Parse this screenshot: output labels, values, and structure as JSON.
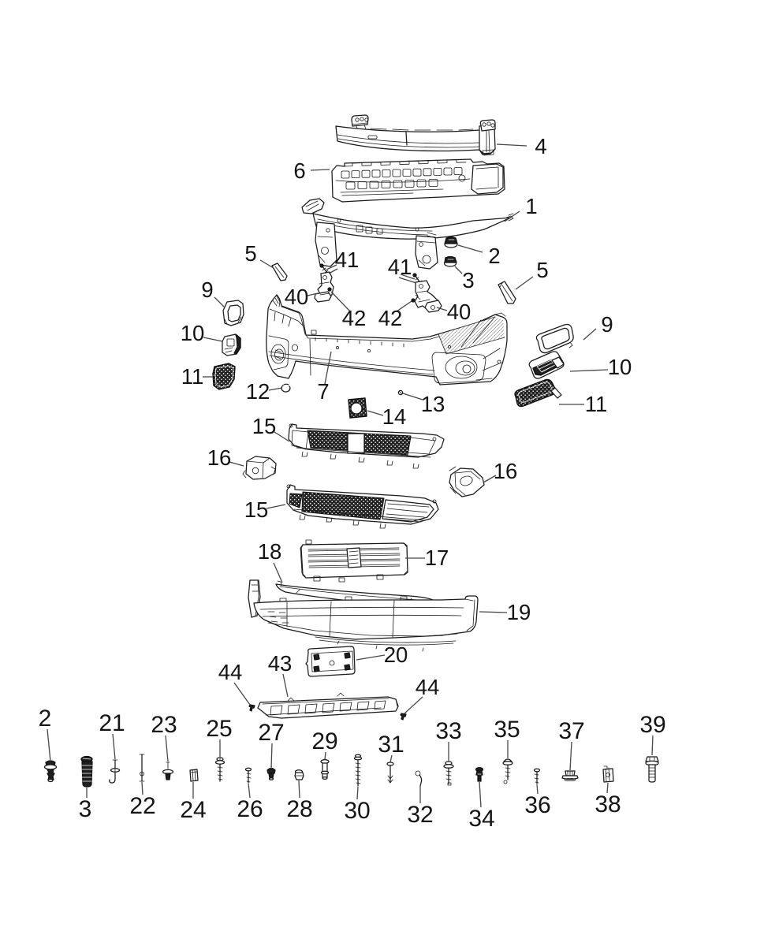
{
  "page": {
    "background": "#ffffff"
  },
  "diagram": {
    "type": "exploded-parts-diagram",
    "subject": "Front bumper fascia assembly",
    "line_color": "#1a1a1a",
    "label_color": "#141414",
    "leader_color": "#474747",
    "callouts": [
      {
        "ref": "4",
        "part": "bumper-reinforcement-bar"
      },
      {
        "ref": "6",
        "part": "energy-absorber"
      },
      {
        "ref": "1",
        "part": "upper-closure-panel"
      },
      {
        "ref": "2",
        "part": "bolt-upper"
      },
      {
        "ref": "3",
        "part": "nut-upper"
      },
      {
        "ref": "5",
        "part": "filler-strip-left"
      },
      {
        "ref": "5",
        "part": "filler-strip-right"
      },
      {
        "ref": "41",
        "part": "bracket-screw-left"
      },
      {
        "ref": "41",
        "part": "bracket-screw-right"
      },
      {
        "ref": "40",
        "part": "support-bracket-left"
      },
      {
        "ref": "40",
        "part": "support-bracket-right"
      },
      {
        "ref": "42",
        "part": "rivet-left"
      },
      {
        "ref": "42",
        "part": "rivet-right"
      },
      {
        "ref": "9",
        "part": "fog-lamp-bezel-ring-left"
      },
      {
        "ref": "9",
        "part": "fog-lamp-bezel-ring-right"
      },
      {
        "ref": "10",
        "part": "fog-lamp-bezel-left"
      },
      {
        "ref": "10",
        "part": "fog-lamp-bezel-right"
      },
      {
        "ref": "11",
        "part": "grille-insert-left"
      },
      {
        "ref": "11",
        "part": "grille-insert-right"
      },
      {
        "ref": "12",
        "part": "retainer-clip"
      },
      {
        "ref": "7",
        "part": "front-bumper-fascia"
      },
      {
        "ref": "13",
        "part": "screw-fascia"
      },
      {
        "ref": "14",
        "part": "sensor-bracket-plate"
      },
      {
        "ref": "15",
        "part": "upper-grille"
      },
      {
        "ref": "15",
        "part": "lower-grille"
      },
      {
        "ref": "16",
        "part": "grille-bracket-left"
      },
      {
        "ref": "16",
        "part": "grille-bracket-right"
      },
      {
        "ref": "18",
        "part": "chin-spoiler-strip"
      },
      {
        "ref": "17",
        "part": "active-grille-shutter"
      },
      {
        "ref": "19",
        "part": "lower-valance"
      },
      {
        "ref": "20",
        "part": "license-plate-bracket"
      },
      {
        "ref": "43",
        "part": "lower-closeout-panel"
      },
      {
        "ref": "44",
        "part": "closeout-screw-left"
      },
      {
        "ref": "44",
        "part": "closeout-screw-right"
      },
      {
        "ref": "2",
        "part": "fastener-push-pin"
      },
      {
        "ref": "3",
        "part": "fastener-ribbed-plug"
      },
      {
        "ref": "21",
        "part": "fastener-pin-washer"
      },
      {
        "ref": "22",
        "part": "fastener-long-pin"
      },
      {
        "ref": "23",
        "part": "fastener-push-rivet"
      },
      {
        "ref": "24",
        "part": "fastener-u-clip"
      },
      {
        "ref": "25",
        "part": "fastener-screw-washer"
      },
      {
        "ref": "26",
        "part": "fastener-small-screw"
      },
      {
        "ref": "27",
        "part": "fastener-plug"
      },
      {
        "ref": "28",
        "part": "fastener-grommet"
      },
      {
        "ref": "29",
        "part": "fastener-rivet"
      },
      {
        "ref": "30",
        "part": "fastener-long-screw"
      },
      {
        "ref": "31",
        "part": "fastener-push-rivet-2"
      },
      {
        "ref": "32",
        "part": "fastener-hook-pin"
      },
      {
        "ref": "33",
        "part": "fastener-flange-screw"
      },
      {
        "ref": "34",
        "part": "fastener-push-clip"
      },
      {
        "ref": "35",
        "part": "fastener-dome-screw"
      },
      {
        "ref": "36",
        "part": "fastener-small-screw-2"
      },
      {
        "ref": "37",
        "part": "fastener-flanged-nut"
      },
      {
        "ref": "38",
        "part": "fastener-u-nut"
      },
      {
        "ref": "39",
        "part": "fastener-hex-bolt"
      }
    ]
  }
}
